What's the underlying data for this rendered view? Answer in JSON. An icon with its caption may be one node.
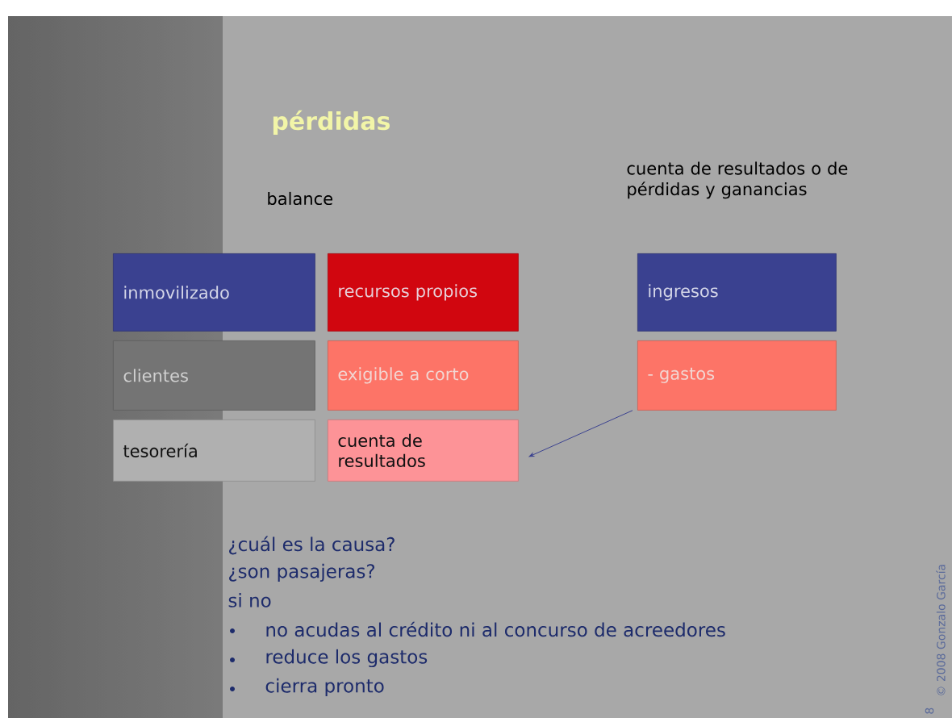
{
  "diagram": {
    "title": "pérdidas",
    "nodes": [
      {
        "text": [
          "inmovilizado"
        ]
      },
      {
        "text": [
          "recursos propios"
        ]
      },
      {
        "text": [
          "ingresos"
        ]
      },
      {
        "text": [
          "clientes"
        ]
      },
      {
        "text": [
          "exigible a corto"
        ]
      },
      {
        "text": [
          "- gastos"
        ]
      },
      {
        "text": [
          "tesorería"
        ]
      },
      {
        "text": [
          "cuenta de resultados"
        ]
      }
    ],
    "edges": [
      {
        "from": 5,
        "to": 7,
        "arrow": "to"
      }
    ],
    "labels": [
      "balance",
      "cuenta de resultados o de pérdidas y ganancias",
      "¿cuál es la causa?",
      "¿son pasajeras?",
      "si no",
      "no acudas al crédito ni al concurso de acreedores",
      "reduce los gastos",
      "cierra pronto",
      "© 2008 Gonzalo García",
      "8"
    ]
  }
}
